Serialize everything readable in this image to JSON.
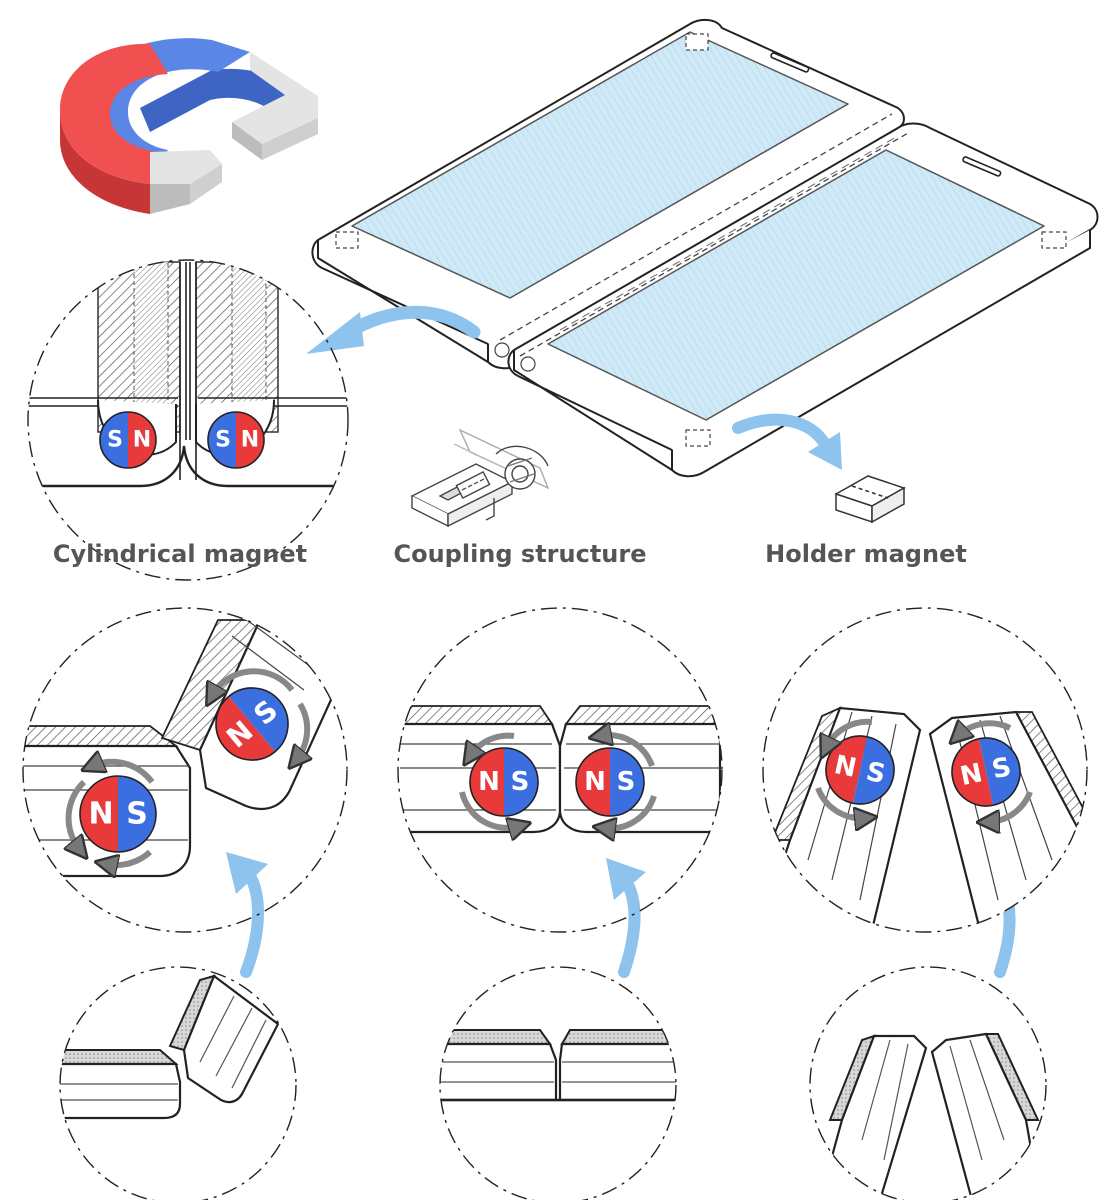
{
  "labels": {
    "cylindrical": "Cylindrical magnet",
    "coupling": "Coupling structure",
    "holder": "Holder magnet"
  },
  "poles": {
    "north": "N",
    "south": "S"
  },
  "colors": {
    "north": "#e83a3a",
    "south": "#3b6fe0",
    "arrow": "#8ec3ee",
    "screen": "#cfe9f7",
    "outline": "#222222",
    "label": "#555555",
    "icon_red": "#f05050",
    "icon_blue": "#5a86e6",
    "icon_grey": "#e4e4e4"
  },
  "icons": [
    "horseshoe-magnet-icon",
    "coupling-mechanism-icon",
    "holder-magnet-block-icon",
    "rotation-arrow-icon"
  ]
}
